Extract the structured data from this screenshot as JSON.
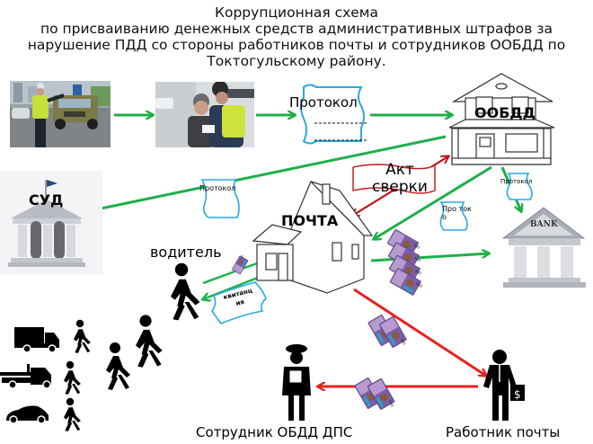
{
  "title": {
    "line1": "Коррупционная схема",
    "line2": "по присваиванию денежных средств административных штрафов за",
    "line3": "нарушение ПДД со стороны работников почты и сотрудников ООБДД по",
    "line4": "Токтогульскому району."
  },
  "nodes": {
    "oobdd": "ООБДД",
    "court": "СУД",
    "post": "ПОЧТА",
    "bank": "BANK",
    "driver": "водитель",
    "officer": "Сотрудник  ОБДД ДПС",
    "post_worker": "Работник почты"
  },
  "documents": {
    "protocol_main": "Протокол",
    "protocol_main_lines": "-----------",
    "protocol_to_court": "Протокол",
    "protocol_to_bank": "Протокол",
    "protocol_to_post_1": "Про ток",
    "protocol_to_post_2": "о",
    "act_1": "Акт",
    "act_2": "сверки",
    "receipt_1": "квитанц",
    "receipt_2": "ия"
  },
  "photos": {
    "traffic_stop": "traffic-stop-photo",
    "writing_ticket": "writing-ticket-photo"
  },
  "colors": {
    "legal_flow": "#1db04a",
    "corrupt_flow": "#e8211f",
    "act_arrow": "#c0141a",
    "document_border": "#29aae1",
    "banknote": "#7a5fa8"
  }
}
